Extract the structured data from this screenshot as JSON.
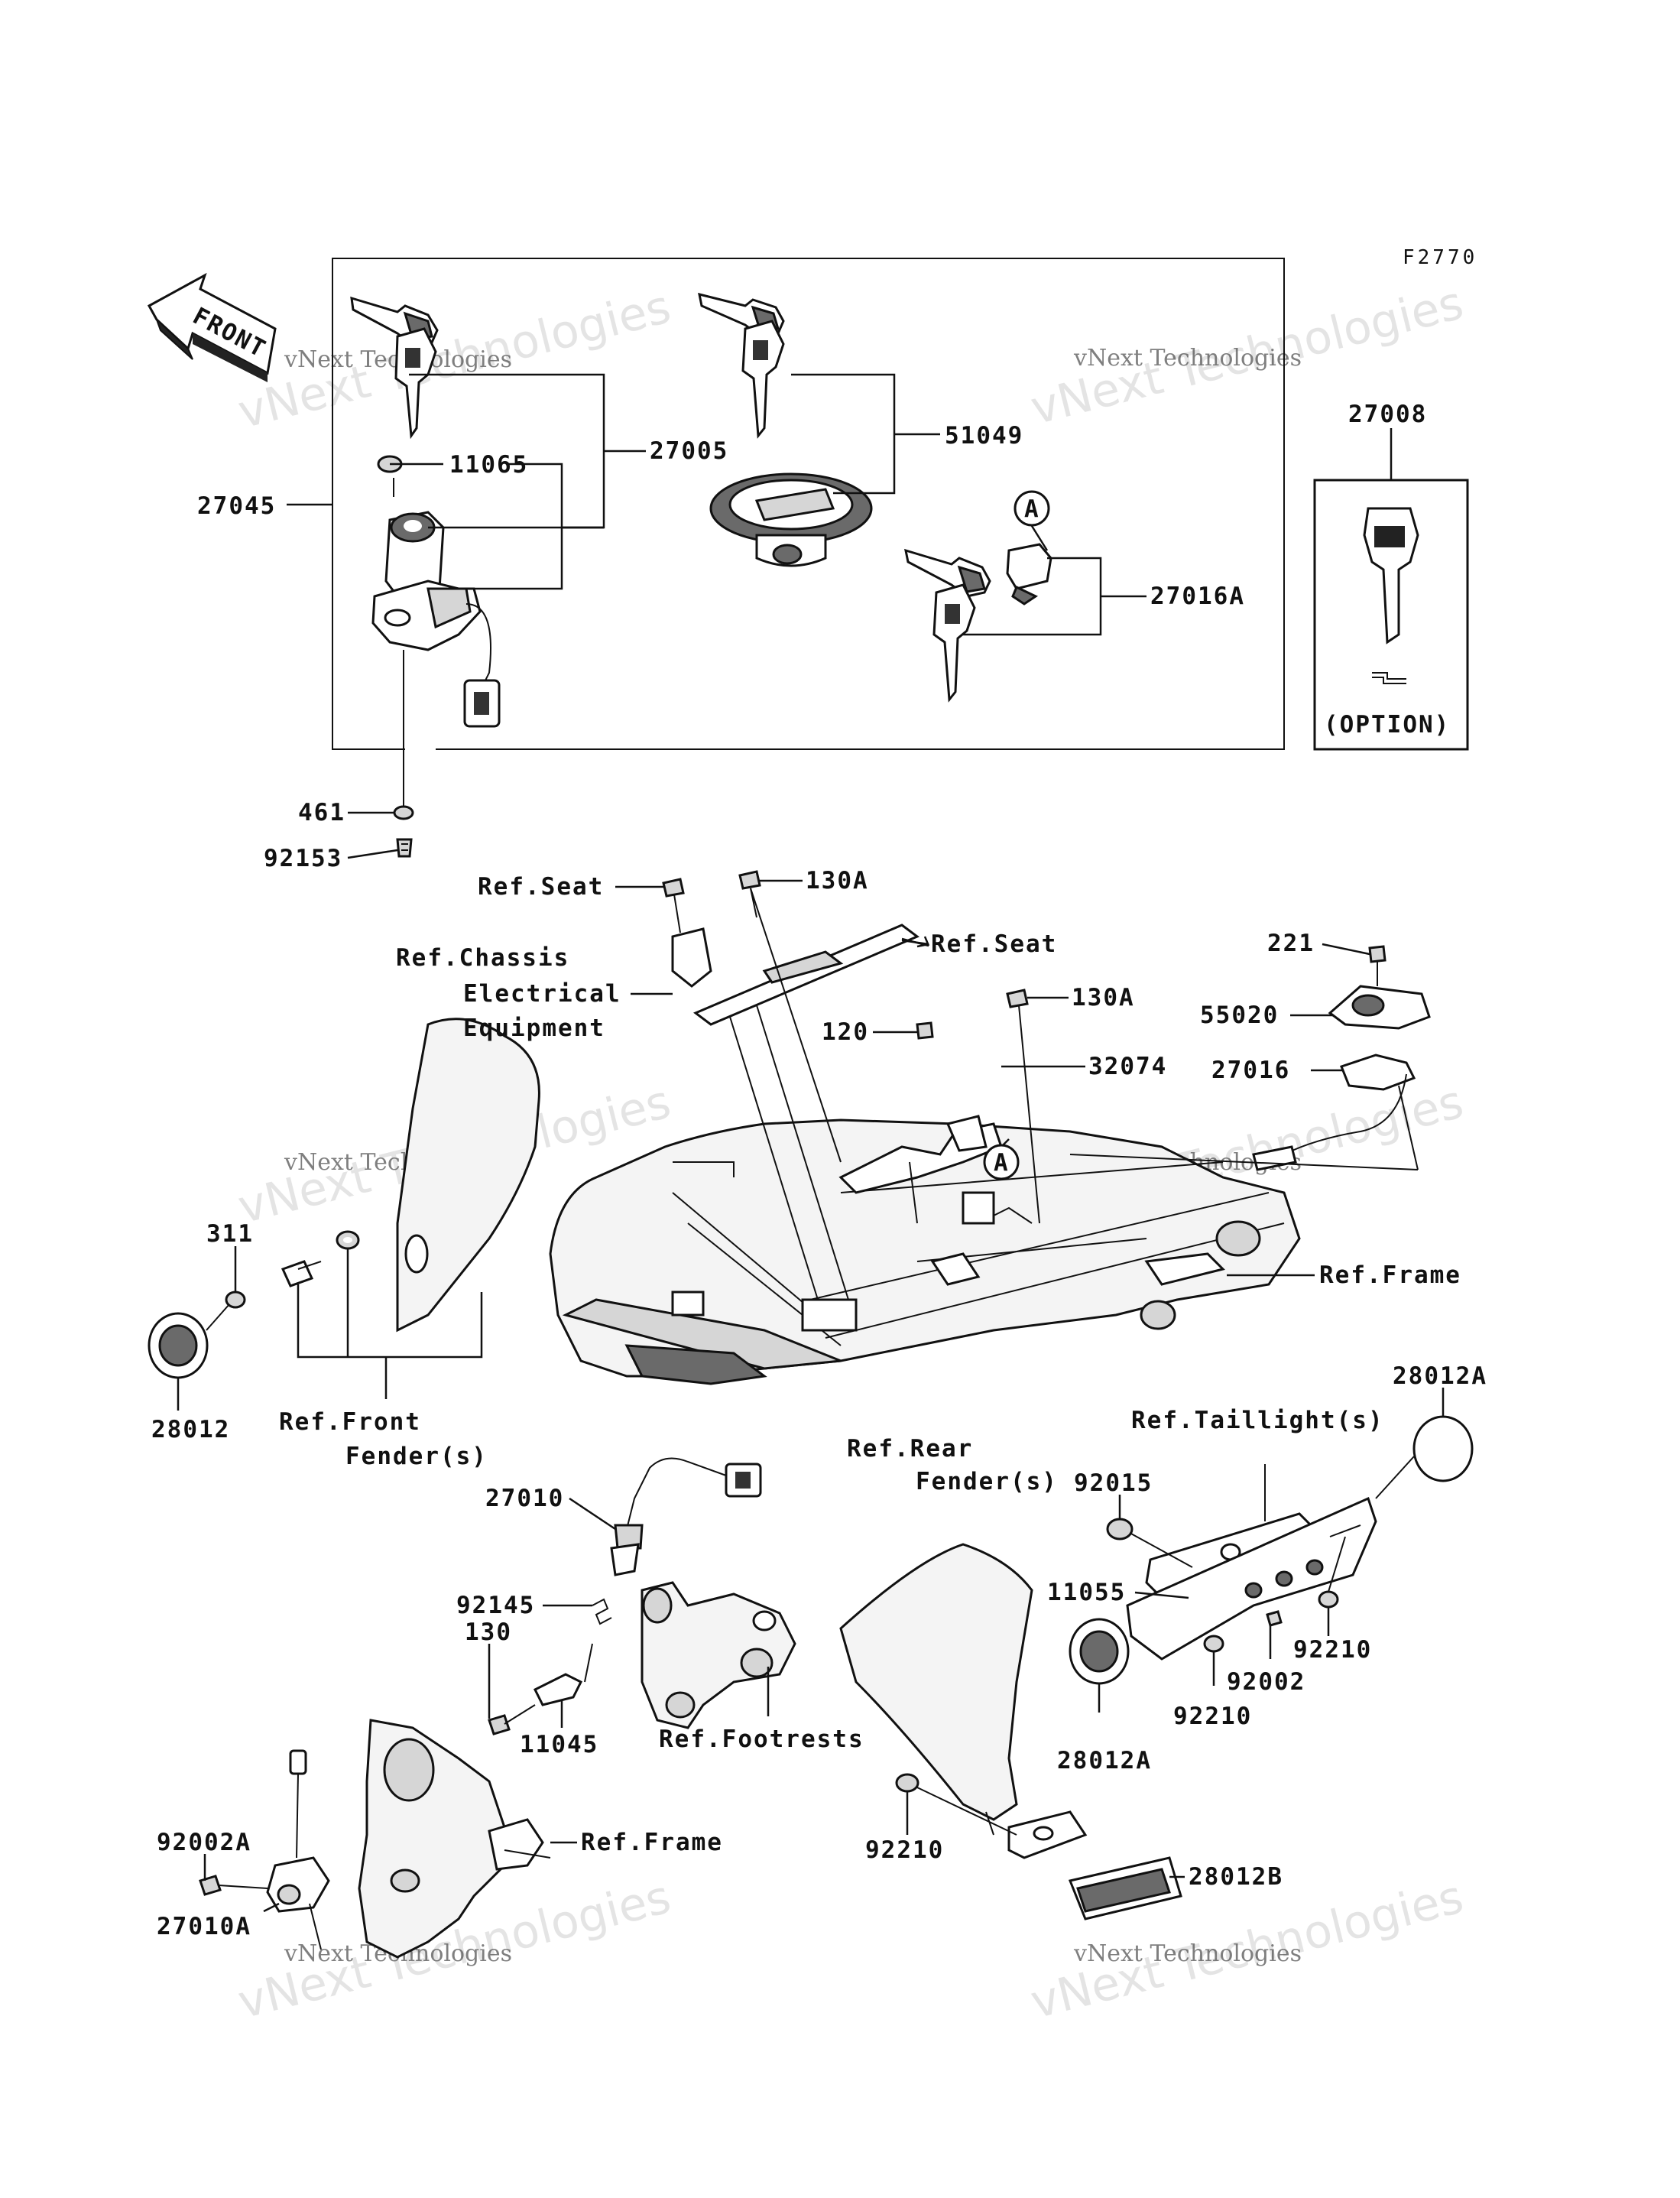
{
  "figure_code": "F2770",
  "front_label": "FRONT",
  "watermark": {
    "line1": "vNext Technologies",
    "line2": "vNext Technologies"
  },
  "option_box": {
    "part": "27008",
    "note": "(OPTION)"
  },
  "callouts": {
    "c27045": "27045",
    "c27005": "27005",
    "c11065": "11065",
    "c51049": "51049",
    "c27016A": "27016A",
    "cA1": "A",
    "cA2": "A",
    "c461": "461",
    "c92153": "92153",
    "refSeat1": "Ref.Seat",
    "c130A_1": "130A",
    "refSeat2": "Ref.Seat",
    "refChassis1": "Ref.Chassis",
    "refChassis2": "Electrical",
    "refChassis3": "Equipment",
    "c130A_2": "130A",
    "c120": "120",
    "c32074": "32074",
    "c221": "221",
    "c55020": "55020",
    "c27016": "27016",
    "refFrame1": "Ref.Frame",
    "c311": "311",
    "c28012": "28012",
    "refFrontFender1": "Ref.Front",
    "refFrontFender2": "Fender(s)",
    "c27010": "27010",
    "c92145": "92145",
    "c130": "130",
    "c11045": "11045",
    "refFootrests": "Ref.Footrests",
    "refRearFender1": "Ref.Rear",
    "refRearFender2": "Fender(s)",
    "refTaillight": "Ref.Taillight(s)",
    "c28012A_1": "28012A",
    "c92015": "92015",
    "c11055": "11055",
    "c92210_1": "92210",
    "c92002": "92002",
    "c92210_2": "92210",
    "c28012A_2": "28012A",
    "c92002A": "92002A",
    "c27010A": "27010A",
    "refFrame2": "Ref.Frame",
    "c92210_3": "92210",
    "c28012B": "28012B"
  }
}
